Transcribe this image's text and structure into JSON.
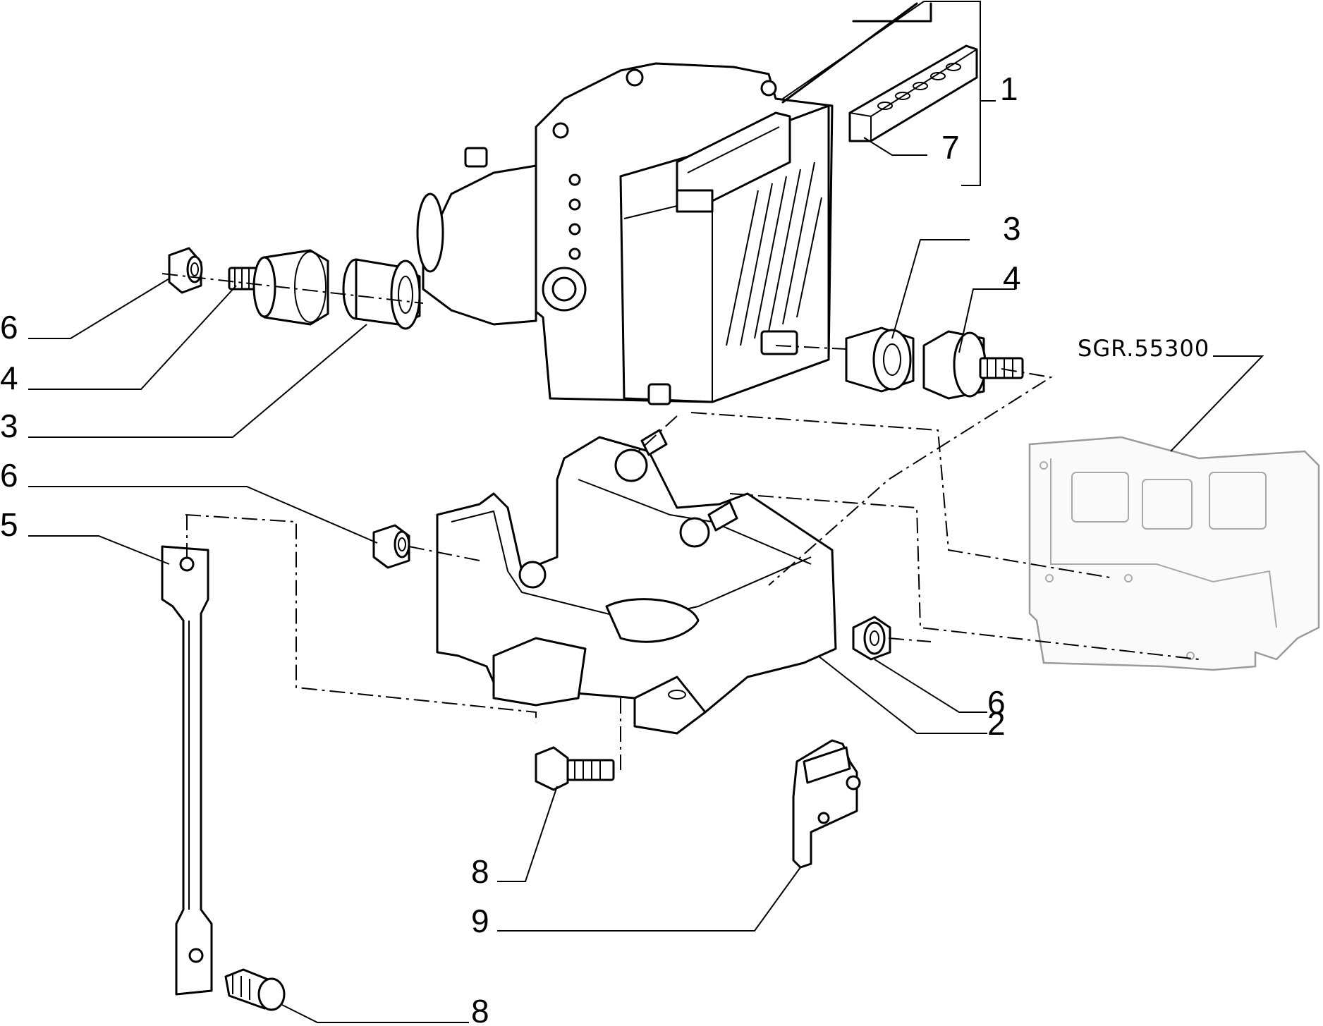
{
  "reference_code": "SGR.55300",
  "callouts": {
    "c1": "1",
    "c7": "7",
    "c3_right": "3",
    "c4_right": "4",
    "c6_top_left": "6",
    "c4_left": "4",
    "c3_left": "3",
    "c6_mid_left": "6",
    "c5": "5",
    "c6_right": "6",
    "c2": "2",
    "c8_mid": "8",
    "c9": "9",
    "c8_bottom": "8"
  }
}
